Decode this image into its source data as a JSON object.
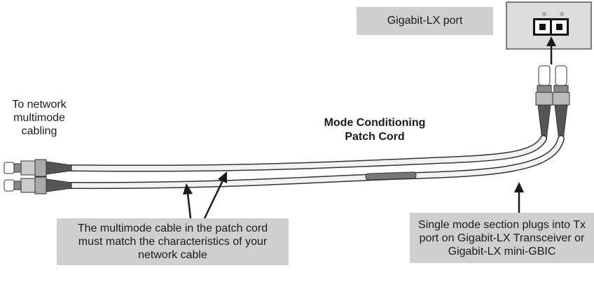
{
  "port_label": "Gigabit-LX port",
  "left_label": [
    "To network",
    "multimode",
    "cabling"
  ],
  "cord_title": [
    "Mode Conditioning",
    "Patch Cord"
  ],
  "multimode_note": [
    "The multimode cable in the patch cord",
    "must match the characteristics of your",
    "network cable"
  ],
  "singlemode_note": [
    "Single mode section plugs into Tx",
    "port on Gigabit-LX Transceiver or",
    "Gigabit-LX mini-GBIC"
  ],
  "port_glyphs": [
    "◎",
    "◎"
  ],
  "colors": {
    "callout_fill": "#cfcfcf",
    "line": "#1a1a1a",
    "cable": "#f2f2f2",
    "port_panel": "#dcdcdc"
  }
}
